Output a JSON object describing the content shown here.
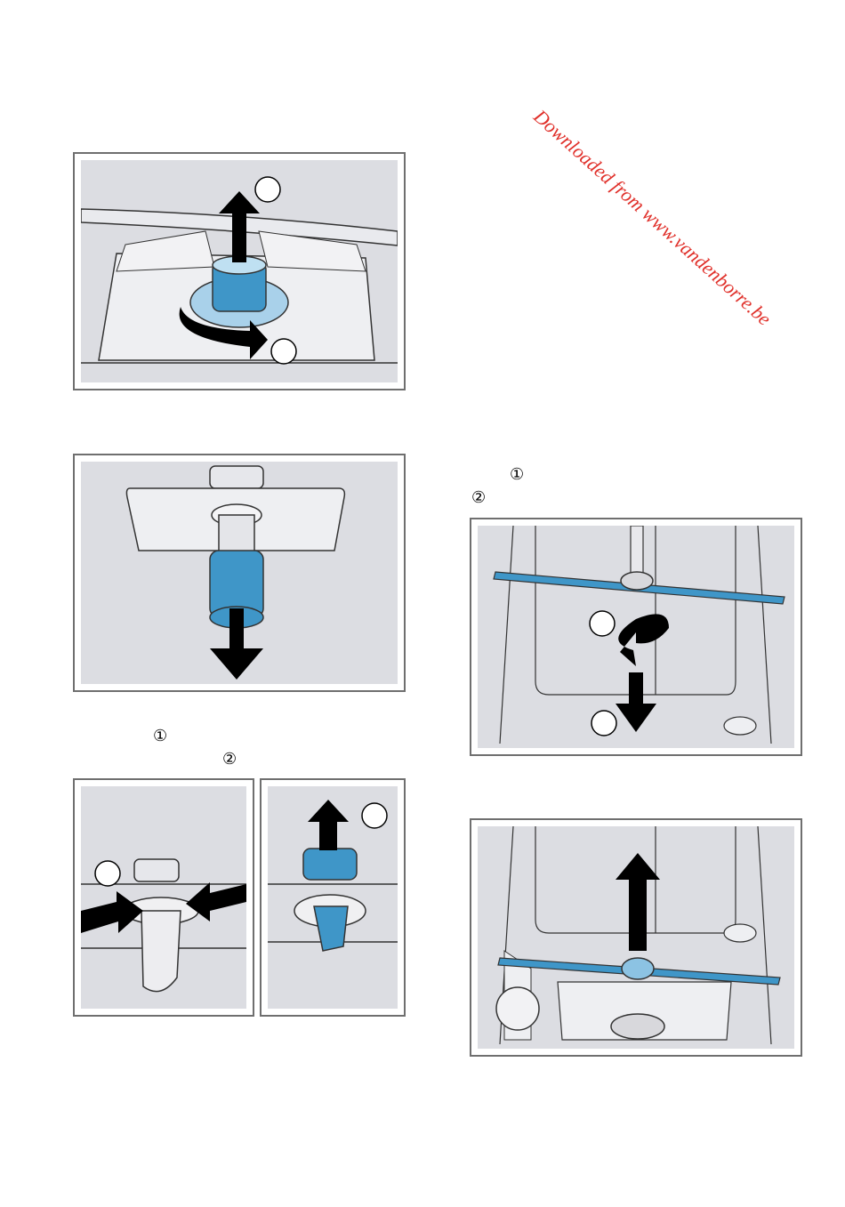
{
  "watermark": "Downloaded from www.vandenborre.be",
  "refs": {
    "r1": "①",
    "r2": "②",
    "r3": "①",
    "r4": "②"
  },
  "colors": {
    "panel": "#dcdde2",
    "part": "#3f96c8",
    "arrow": "#000000",
    "line": "#333333"
  }
}
